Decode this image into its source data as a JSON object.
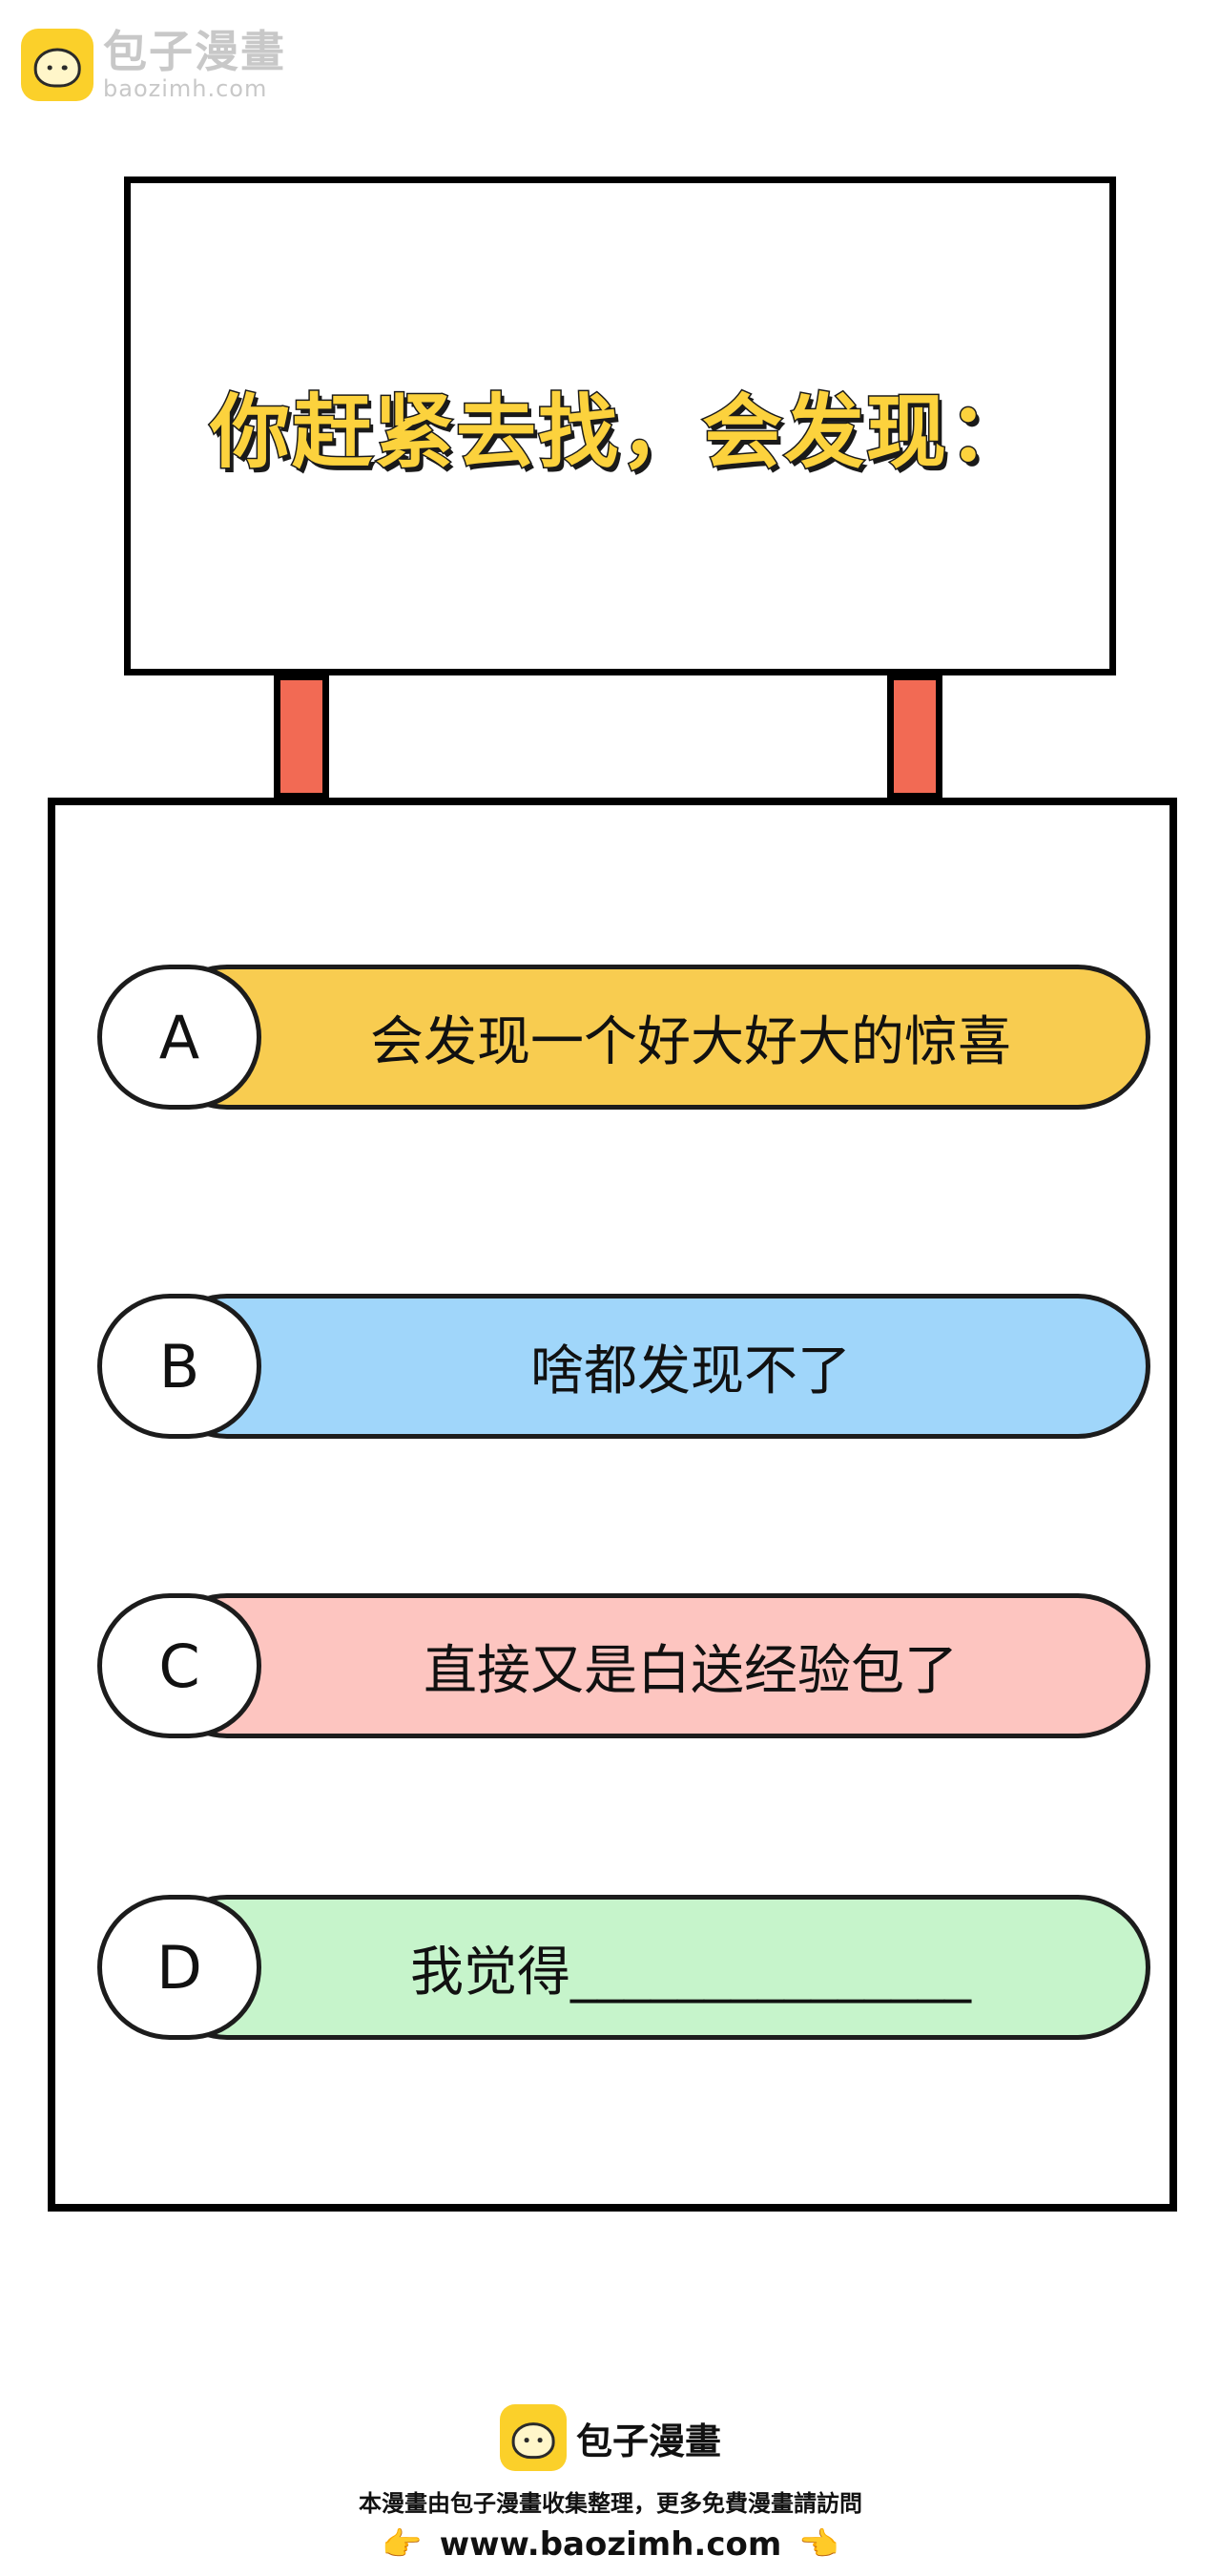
{
  "watermark_top": {
    "name": "包子漫畫",
    "url": "baozimh.com",
    "icon": "bun-logo-icon"
  },
  "sign": {
    "title": "你赶紧去找，会发现："
  },
  "options": [
    {
      "letter": "A",
      "text": "会发现一个好大好大的惊喜",
      "color": "#f8cc50"
    },
    {
      "letter": "B",
      "text": "啥都发现不了",
      "color": "#a0d6fa"
    },
    {
      "letter": "C",
      "text": "直接又是白送经验包了",
      "color": "#fdc5c0"
    },
    {
      "letter": "D",
      "text": "我觉得_______________",
      "color": "#c6f4cb"
    }
  ],
  "watermark_bottom": {
    "name": "包子漫畫",
    "notice": "本漫畫由包子漫畫收集整理，更多免費漫畫請訪問",
    "url": "www.baozimh.com",
    "icon": "bun-logo-icon",
    "left_hand": "👉",
    "right_hand": "👈"
  },
  "colors": {
    "sign_title_fill": "#fcd23d",
    "post": "#f26a54",
    "outline": "#000000"
  }
}
